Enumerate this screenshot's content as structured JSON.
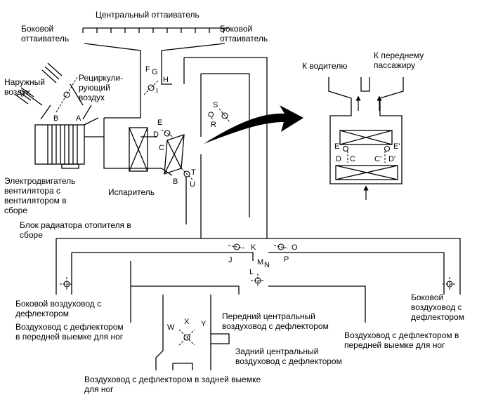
{
  "labels": {
    "central_defroster": "Центральный оттаиватель",
    "side_defroster_left_1": "Боковой",
    "side_defroster_left_2": "оттаиватель",
    "side_defroster_right_1": "Боковой",
    "side_defroster_right_2": "оттаиватель",
    "outside_air_1": "Наружный",
    "outside_air_2": "воздух",
    "recirc_1": "Рециркули-",
    "recirc_2": "рующий",
    "recirc_3": "воздух",
    "blower_1": "Электродвигатель",
    "blower_2": "вентилятора с",
    "blower_3": "вентилятором в",
    "blower_4": "сборе",
    "evaporator": "Испаритель",
    "heater_1": "Блок радиатора отопителя в",
    "heater_2": "сборе",
    "to_driver": "К водителю",
    "to_passenger_1": "К переднему",
    "to_passenger_2": "пассажиру",
    "side_duct_left_1": "Боковой воздуховод с",
    "side_duct_left_2": "дефлектором",
    "side_duct_right_1": "Боковой",
    "side_duct_right_2": "воздуховод с",
    "side_duct_right_3": "дефлектором",
    "front_center_1": "Передний центральный",
    "front_center_2": "воздуховод с дефлектором",
    "front_foot_left_1": "Воздуховод с дефлектором",
    "front_foot_left_2": "в передней выемке для ног",
    "front_foot_right_1": "Воздуховод с дефлектором в",
    "front_foot_right_2": "передней выемке для ног",
    "rear_center_1": "Задний центральный",
    "rear_center_2": "воздуховод с дефлектором",
    "rear_foot_1": "Воздуховод с дефлектором в задней выемке",
    "rear_foot_2": "для ног"
  },
  "letters": {
    "A": "A",
    "B1": "B",
    "B2": "B",
    "C": "C",
    "D": "D",
    "E": "E",
    "F": "F",
    "G": "G",
    "H": "H",
    "I": "I",
    "J": "J",
    "K": "K",
    "L": "L",
    "M": "M",
    "N": "N",
    "O": "O",
    "P": "P",
    "Q": "Q",
    "R": "R",
    "S": "S",
    "T": "T",
    "U": "U",
    "W": "W",
    "X": "X",
    "Y": "Y",
    "E_left": "E",
    "E_right": "E'",
    "D_left": "D",
    "C_left": "C",
    "C_right": "C'",
    "D_right": "D'"
  }
}
